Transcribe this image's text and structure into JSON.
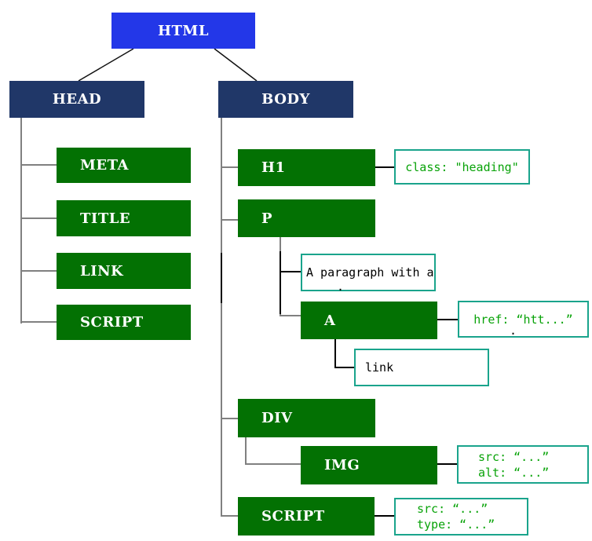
{
  "nodes": {
    "html": {
      "label": "HTML"
    },
    "head": {
      "label": "HEAD"
    },
    "body": {
      "label": "BODY"
    },
    "meta": {
      "label": "META"
    },
    "title": {
      "label": "TITLE"
    },
    "link": {
      "label": "LINK"
    },
    "script_head": {
      "label": "SCRIPT"
    },
    "h1": {
      "label": "H1"
    },
    "p": {
      "label": "P"
    },
    "a": {
      "label": "A"
    },
    "div": {
      "label": "DIV"
    },
    "img": {
      "label": "IMG"
    },
    "script_body": {
      "label": "SCRIPT"
    }
  },
  "text_nodes": {
    "paragraph": {
      "text": "A paragraph with a",
      "stray_dot": "."
    },
    "link": {
      "text": "link"
    }
  },
  "annotations": {
    "h1": {
      "lines": [
        "class: \"heading\""
      ]
    },
    "a": {
      "lines": [
        "href: “htt...”"
      ],
      "stray_dot": "."
    },
    "img": {
      "lines": [
        "src: “...”",
        "alt: “...”"
      ]
    },
    "script": {
      "lines": [
        "src: “...”",
        "type: “...”"
      ]
    }
  },
  "colors": {
    "root_blue": "#2337e8",
    "section_navy": "#203768",
    "element_green": "#037103",
    "annotation_border_teal": "#1aa48c",
    "annotation_text_green": "#09a309",
    "connector_gray": "#808080",
    "connector_black": "#000000"
  }
}
